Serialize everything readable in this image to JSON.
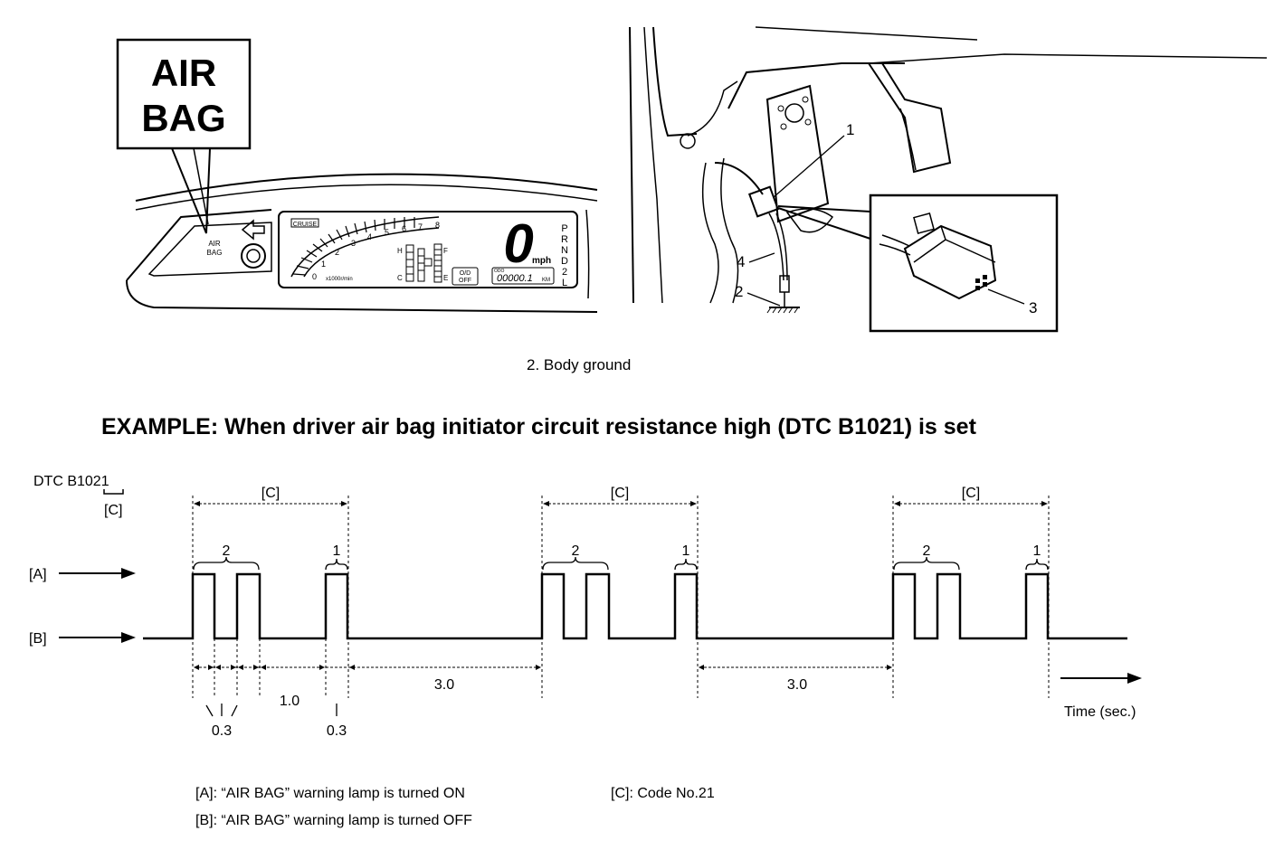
{
  "top_left": {
    "callout_line1": "AIR",
    "callout_line2": "BAG",
    "lamp_small_line1": "AIR",
    "lamp_small_line2": "BAG",
    "speed_value": "0",
    "speed_unit": "mph",
    "tach_unit": "x1000r/min",
    "tach_ticks": [
      "0",
      "1",
      "2",
      "3",
      "4",
      "5",
      "6",
      "7",
      "8"
    ],
    "gear_letters": [
      "P",
      "R",
      "N",
      "D",
      "2",
      "L"
    ],
    "odo_value": "00000.1",
    "odo_unit": "KM",
    "odo_label": "ODO",
    "od_label_line1": "O/D",
    "od_label_line2": "OFF",
    "cruise_label": "CRUISE",
    "temp_h": "H",
    "temp_c": "C",
    "fuel_f": "F",
    "fuel_e": "E"
  },
  "top_right": {
    "callouts": [
      "1",
      "2",
      "3",
      "4"
    ],
    "caption": "2.   Body ground"
  },
  "example_title": "EXAMPLE: When driver air bag initiator circuit resistance high (DTC B1021) is set",
  "timing": {
    "dtc_label": "DTC B1021",
    "dtc_sub": "[C]",
    "row_a": "[A]",
    "row_b": "[B]",
    "group_label": "[C]",
    "tens_digit": "2",
    "units_digit": "1",
    "dur_03": "0.3",
    "dur_10": "1.0",
    "dur_30": "3.0",
    "time_label": "Time (sec.)"
  },
  "legend": {
    "a": "[A]:   “AIR BAG” warning lamp is turned ON",
    "b": "[B]:   “AIR BAG” warning lamp is turned OFF",
    "c": "[C]:    Code No.21"
  }
}
